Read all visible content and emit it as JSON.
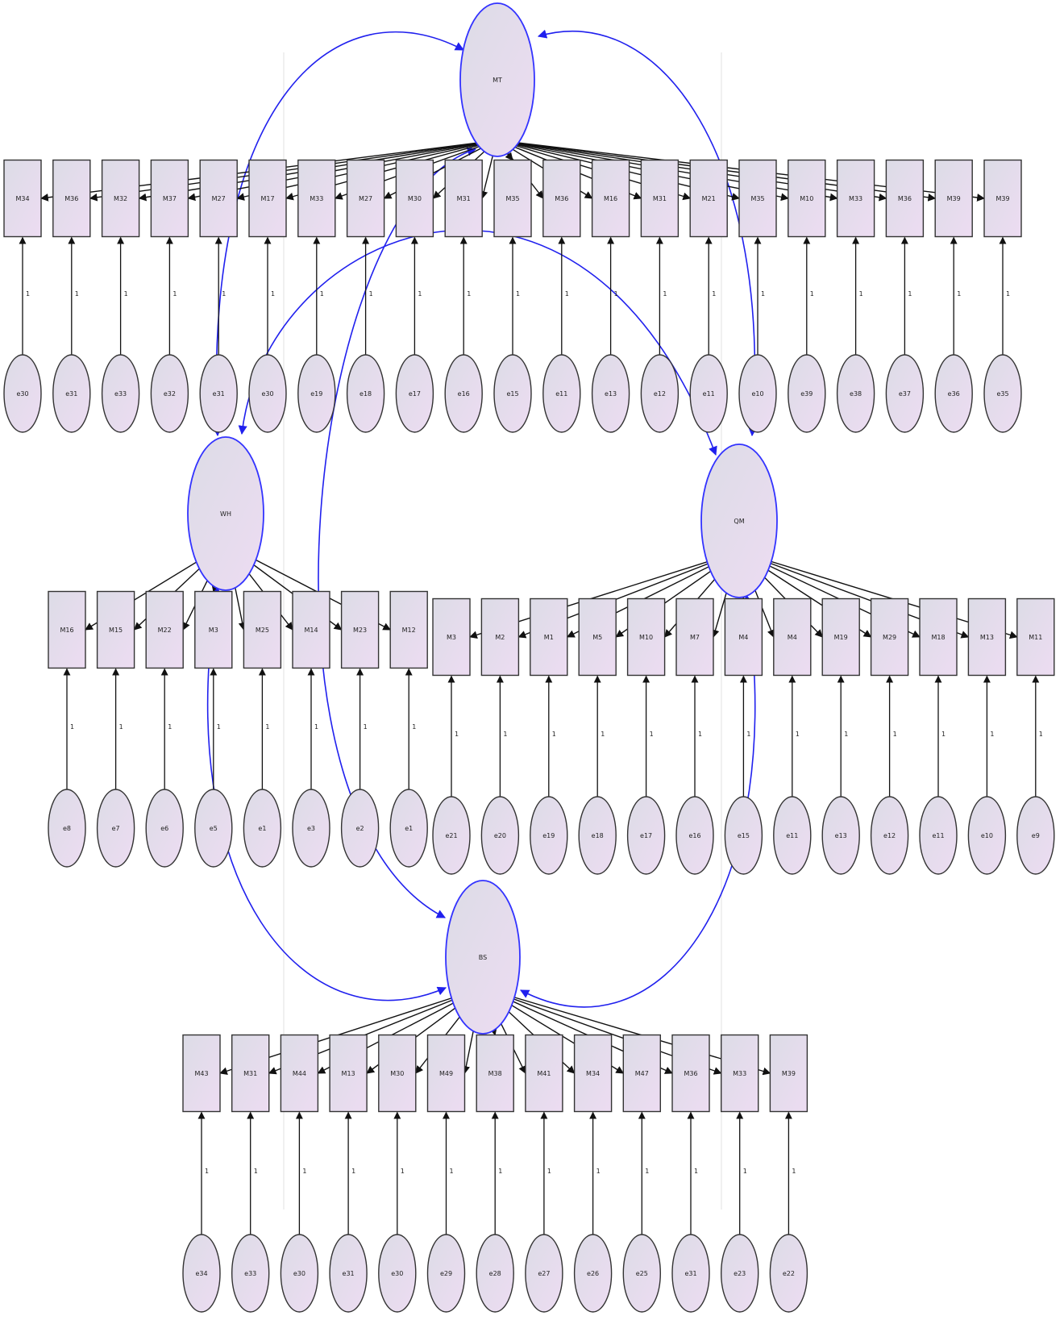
{
  "colors": {
    "node_fill_top": "#dcdce6",
    "node_fill_bottom": "#eddcf2",
    "node_stroke": "#333333",
    "latent_stroke": "#3333ff",
    "covariance": "#2020ee",
    "path": "#111111"
  },
  "latents": [
    {
      "id": "L1",
      "label": "MT"
    },
    {
      "id": "L2",
      "label": "WH"
    },
    {
      "id": "L3",
      "label": "QM"
    },
    {
      "id": "L4",
      "label": "BS"
    }
  ],
  "groups": [
    {
      "latent": "L1",
      "items": [
        "M34",
        "M36",
        "M32",
        "M37",
        "M27",
        "M17",
        "M33",
        "M27",
        "M30",
        "M31",
        "M35",
        "M36",
        "M16",
        "M31",
        "M21",
        "M35",
        "M10",
        "M33",
        "M36",
        "M39",
        "M39"
      ],
      "errors": [
        "e30",
        "e31",
        "e33",
        "e32",
        "e31",
        "e30",
        "e19",
        "e18",
        "e17",
        "e16",
        "e15",
        "e11",
        "e13",
        "e12",
        "e11",
        "e10",
        "e39",
        "e38",
        "e37",
        "e36",
        "e35"
      ]
    },
    {
      "latent": "L2",
      "items": [
        "M16",
        "M15",
        "M22",
        "M3",
        "M25",
        "M14",
        "M23",
        "M12"
      ],
      "errors": [
        "e8",
        "e7",
        "e6",
        "e5",
        "e1",
        "e3",
        "e2",
        "e1"
      ]
    },
    {
      "latent": "L3",
      "items": [
        "M3",
        "M2",
        "M1",
        "M5",
        "M10",
        "M7",
        "M4",
        "M4",
        "M19",
        "M29",
        "M18",
        "M13",
        "M11"
      ],
      "errors": [
        "e21",
        "e20",
        "e19",
        "e18",
        "e17",
        "e16",
        "e15",
        "e11",
        "e13",
        "e12",
        "e11",
        "e10",
        "e9"
      ]
    },
    {
      "latent": "L4",
      "items": [
        "M43",
        "M31",
        "M44",
        "M13",
        "M30",
        "M49",
        "M38",
        "M41",
        "M34",
        "M47",
        "M36",
        "M33",
        "M39"
      ],
      "errors": [
        "e34",
        "e33",
        "e30",
        "e31",
        "e30",
        "e29",
        "e28",
        "e27",
        "e26",
        "e25",
        "e31",
        "e23",
        "e22"
      ]
    }
  ],
  "loading_label": "1"
}
